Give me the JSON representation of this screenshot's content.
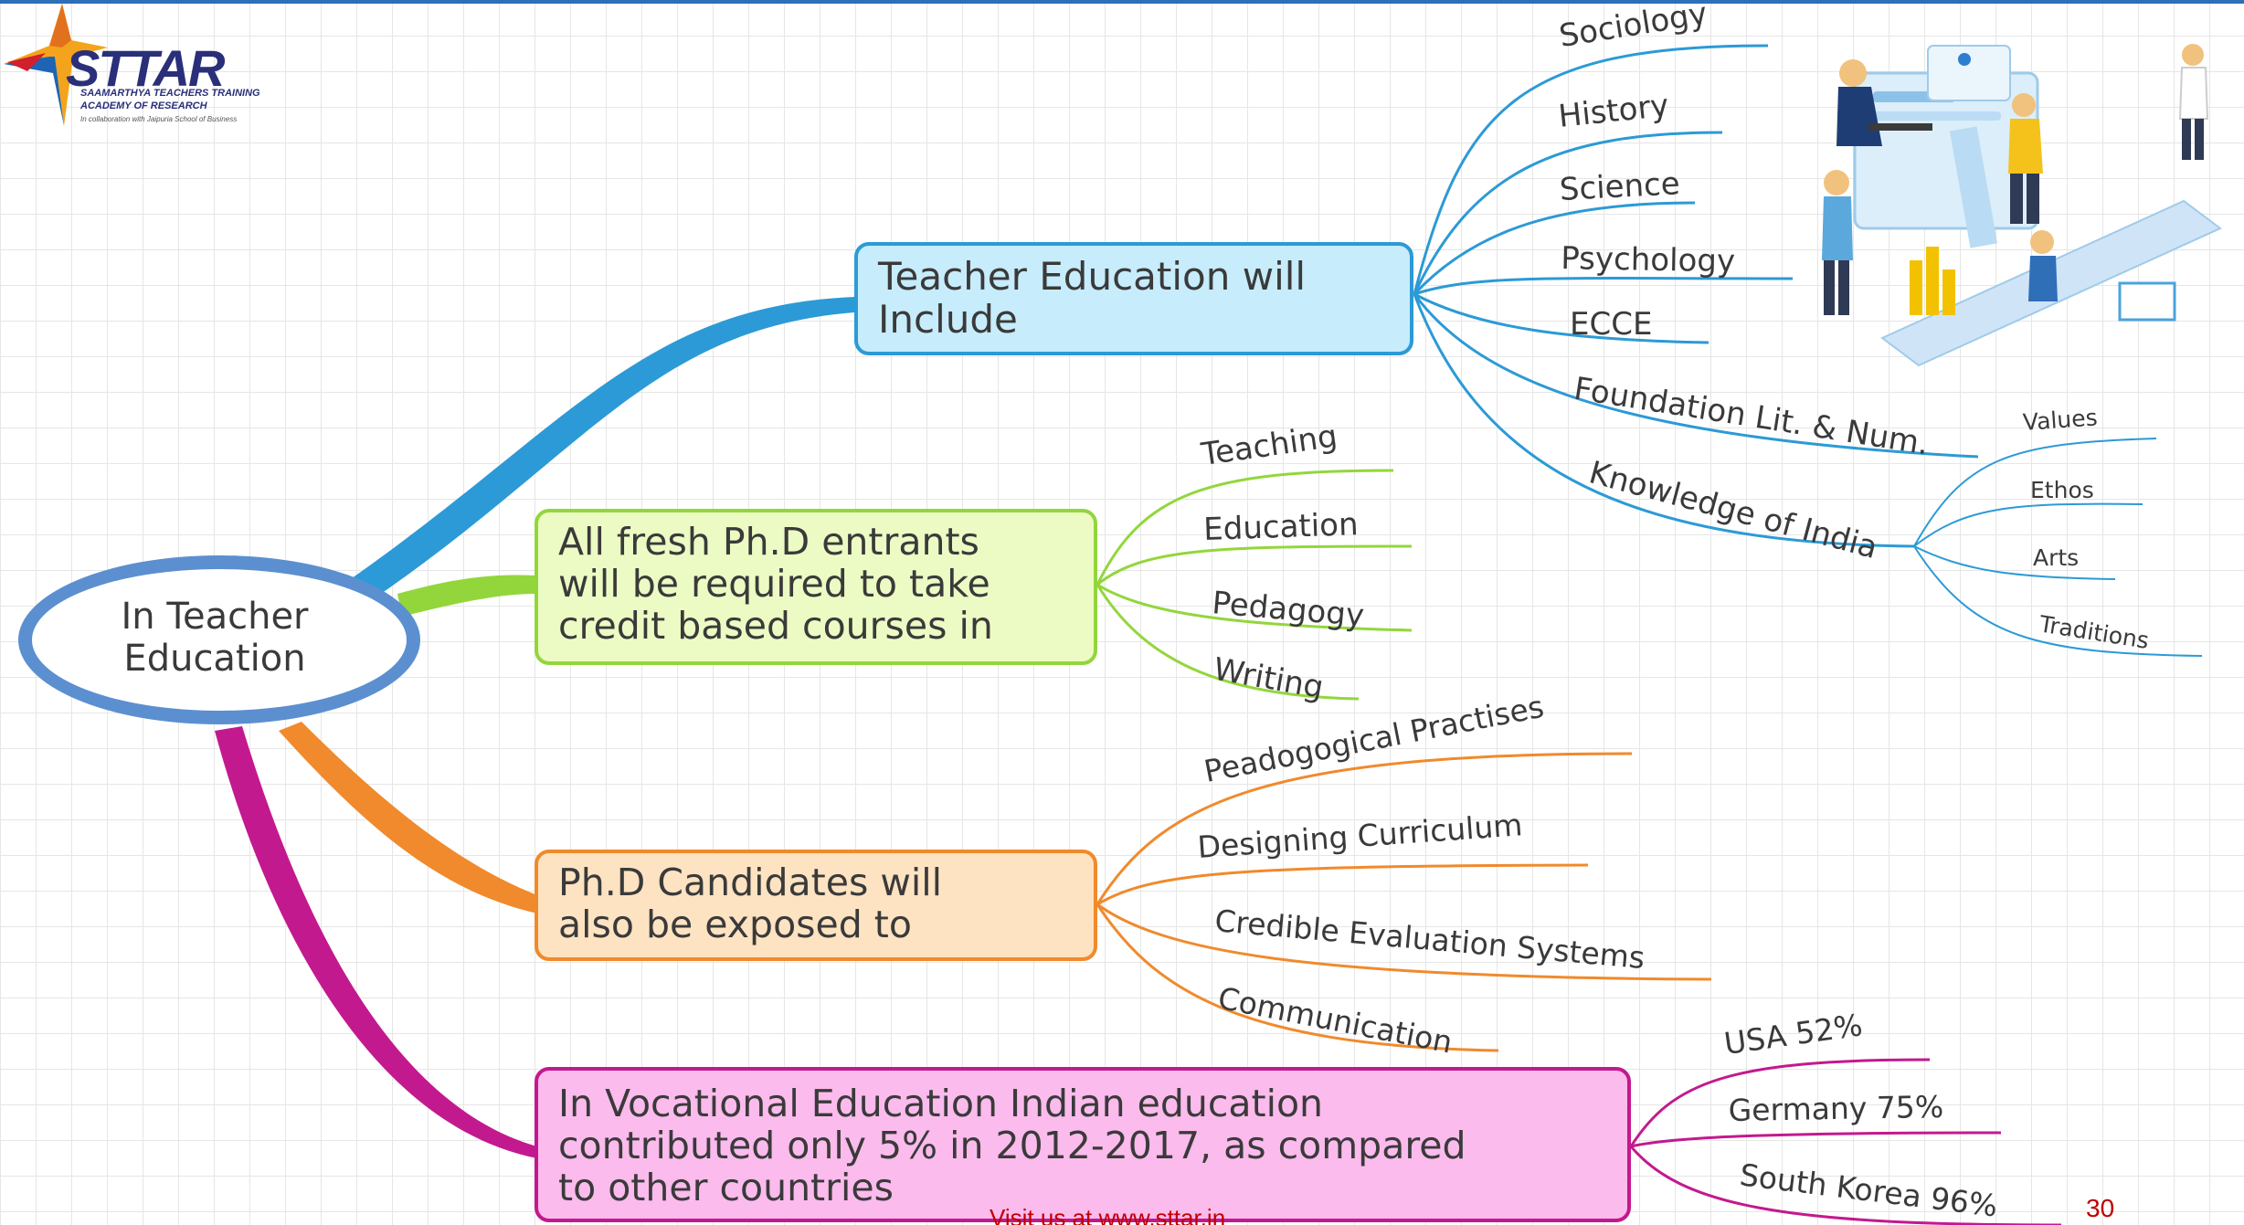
{
  "colors": {
    "blue": "#2c9ad6",
    "green": "#93d63c",
    "orange": "#f08a2c",
    "magenta": "#c3198f",
    "central_ring": "#5b8fd0",
    "footer_red": "#c00000"
  },
  "logo": {
    "name": "STTAR",
    "line1": "SAAMARTHYA TEACHERS TRAINING",
    "line2": "ACADEMY OF RESEARCH",
    "line3": "In collaboration with Jaipuria School of Business"
  },
  "illustration": {
    "icon": "team-learning-illustration"
  },
  "central": {
    "line1": "In Teacher",
    "line2": "Education"
  },
  "branches": [
    {
      "color": "blue",
      "lines": [
        "Teacher Education will",
        "Include"
      ],
      "leaves": [
        "Sociology",
        "History",
        "Science",
        "Psychology",
        "ECCE",
        "Foundation Lit. & Num.",
        "Knowledge of India"
      ],
      "subleaves": [
        "Values",
        "Ethos",
        "Arts",
        "Traditions"
      ]
    },
    {
      "color": "green",
      "lines": [
        "All fresh Ph.D entrants",
        "will be required to take",
        "credit based courses in"
      ],
      "leaves": [
        "Teaching",
        "Education",
        "Pedagogy",
        "Writing"
      ]
    },
    {
      "color": "orange",
      "lines": [
        "Ph.D Candidates will",
        "also be exposed to"
      ],
      "leaves": [
        "Peadogogical Practises",
        "Designing Curriculum",
        "Credible Evaluation Systems",
        "Communication"
      ]
    },
    {
      "color": "magenta",
      "lines": [
        "In Vocational Education Indian education",
        "contributed only 5% in 2012-2017, as compared",
        "to other countries"
      ],
      "leaves": [
        "USA 52%",
        "Germany 75%",
        "South Korea 96%"
      ]
    }
  ],
  "footer": {
    "text": "Visit us at www.sttar.in",
    "page": "30"
  }
}
